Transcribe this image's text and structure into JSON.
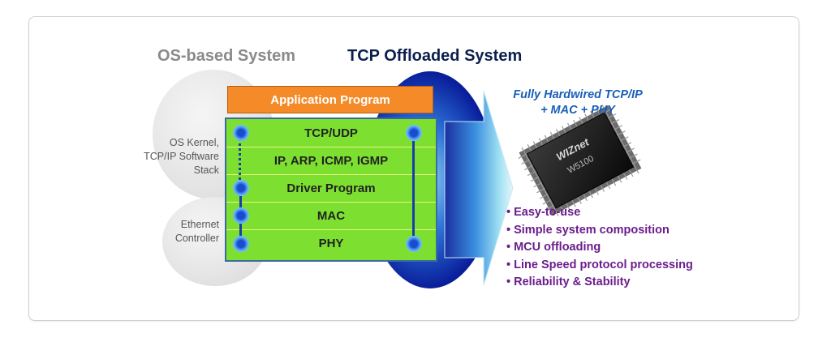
{
  "titles": {
    "os_based": "OS-based System",
    "tcp_offloaded": "TCP Offloaded System"
  },
  "side_labels": {
    "os_kernel": [
      "OS Kernel,",
      "TCP/IP Software",
      "Stack"
    ],
    "ethernet": [
      "Ethernet",
      "Controller"
    ]
  },
  "application": "Application Program",
  "layers": [
    "TCP/UDP",
    "IP, ARP, ICMP, IGMP",
    "Driver Program",
    "MAC",
    "PHY"
  ],
  "hardwired": {
    "line1": "Fully Hardwired TCP/IP",
    "line2": "+ MAC + PHY"
  },
  "chip": {
    "brand": "WIZnet",
    "model": "W5100"
  },
  "features": [
    "• Easy-to-use",
    "• Simple system composition",
    "• MCU offloading",
    "• Line Speed protocol processing",
    "• Reliability & Stability"
  ],
  "colors": {
    "application_bar": "#f48a28",
    "layer_fill": "#7de030",
    "title_dark": "#0b1f4e",
    "title_gray": "#8a8a8a",
    "feature_text": "#6a1d8c",
    "hardwired_text": "#1a5fb8"
  }
}
